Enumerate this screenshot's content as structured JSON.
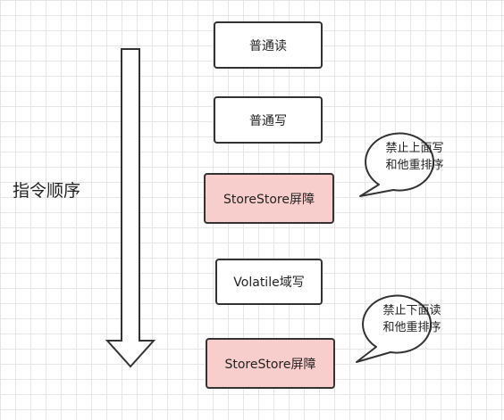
{
  "order_label": "指令顺序",
  "boxes": [
    {
      "label": "普通读",
      "type": "normal"
    },
    {
      "label": "普通写",
      "type": "normal"
    },
    {
      "label": "StoreStore屏障",
      "type": "barrier"
    },
    {
      "label": "Volatile域写",
      "type": "normal"
    },
    {
      "label": "StoreStore屏障",
      "type": "barrier"
    }
  ],
  "callouts": [
    {
      "line1": "禁止上面写",
      "line2": "和他重排序"
    },
    {
      "line1": "禁止下面读",
      "line2": "和他重排序"
    }
  ],
  "colors": {
    "barrier_fill": "#f8cecc",
    "normal_fill": "#ffffff",
    "stroke": "#333333",
    "grid": "#e6e6e6"
  }
}
